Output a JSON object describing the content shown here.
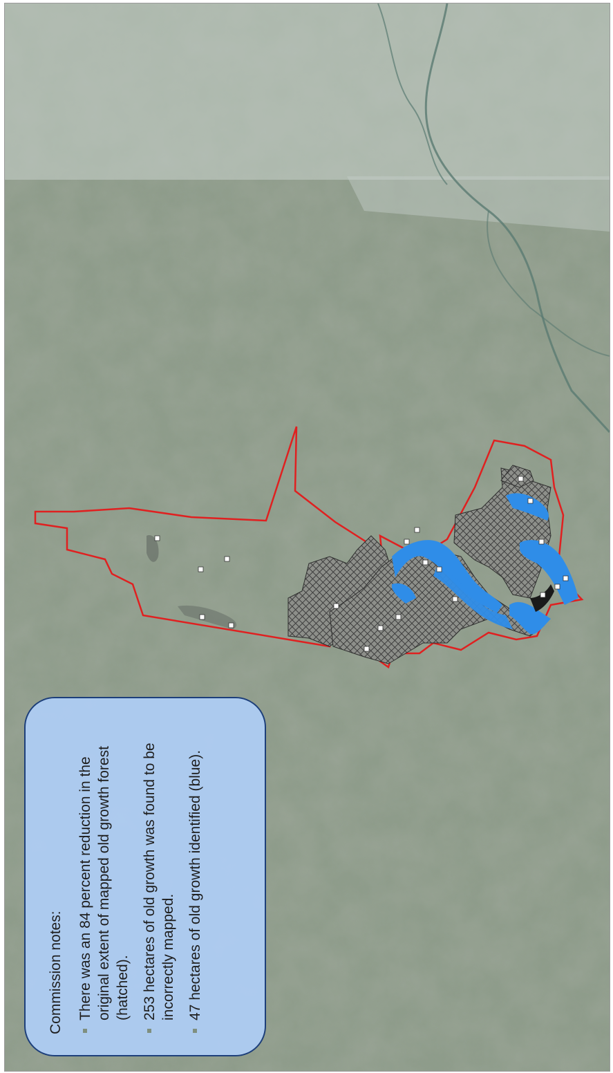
{
  "map": {
    "colors": {
      "boundary": "#e02020",
      "old_growth_identified": "#2f8de8",
      "hatched_fill": "#4a4a4a",
      "notes_background": "#aecdf5",
      "notes_border": "#1d3f7a"
    },
    "legend_keys": [
      "hatched",
      "blue"
    ]
  },
  "notes": {
    "heading": "Commission notes:",
    "items": [
      {
        "text": "There was an 84 percent reduction in the original extent of mapped old growth forest (hatched)."
      },
      {
        "text": "253 hectares of old growth was found to be incorrectly mapped."
      },
      {
        "text": "47 hectares of old growth identified (blue)."
      }
    ]
  }
}
